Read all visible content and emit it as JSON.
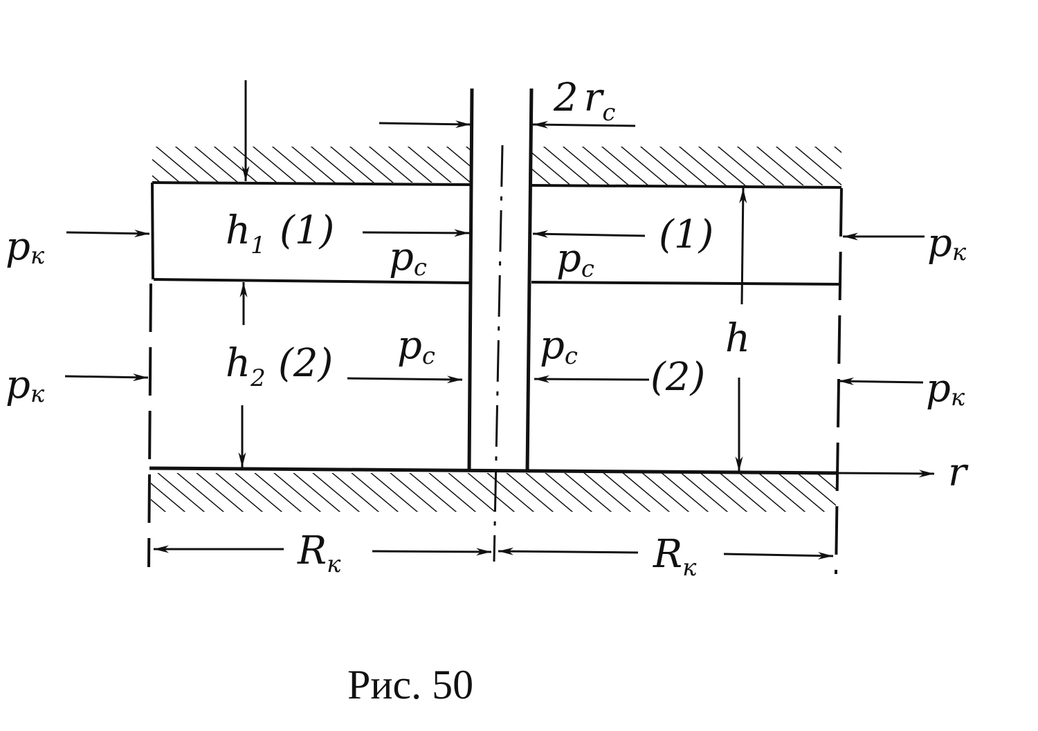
{
  "labels": {
    "p": "p",
    "k": "к",
    "c": "c",
    "h": "h",
    "one": "1",
    "two": "2",
    "layer1": "(1)",
    "layer2": "(2)",
    "R": "R",
    "r": "r",
    "two_prefix": "2"
  },
  "caption": "Рис. 50",
  "colors": {
    "ink": "#111111",
    "paper": "#ffffff"
  }
}
